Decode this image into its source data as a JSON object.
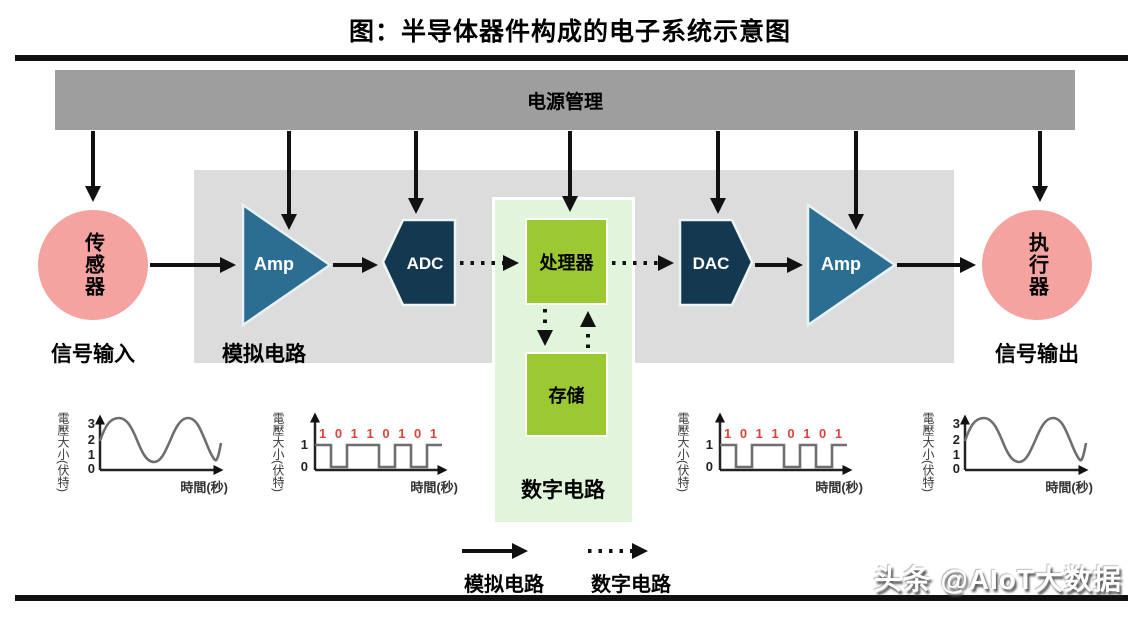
{
  "title": "图：半导体器件构成的电子系统示意图",
  "power_bar": {
    "label": "电源管理"
  },
  "nodes": {
    "sensor": "传感器",
    "amp_left": "Amp",
    "adc": "ADC",
    "processor": "处理器",
    "storage": "存储",
    "dac": "DAC",
    "amp_right": "Amp",
    "actuator": "执行器"
  },
  "labels": {
    "signal_input": "信号输入",
    "analog_region": "模拟电路",
    "digital_region": "数字电路",
    "signal_output": "信号输出"
  },
  "legend": {
    "solid_label": "模拟电路",
    "dotted_label": "数字电路"
  },
  "watermark": "头条 @AIoT大数据",
  "charts": {
    "analog": {
      "type": "line",
      "title": "analog voltage waveform",
      "ylabel": "電壓大小(伏特)",
      "xlabel": "時間(秒)",
      "yticks": [
        "3",
        "2",
        "1",
        "0"
      ],
      "ylim": [
        0,
        3.5
      ],
      "waveform": "sine, ~2 cycles, starts at 2 V, peaks ~3.2 V, troughs ~0.5 V, ends rising to ~2 V"
    },
    "digital": {
      "type": "line",
      "title": "digital voltage waveform",
      "ylabel": "電壓大小(伏特)",
      "xlabel": "時間(秒)",
      "yticks": [
        "1",
        "0"
      ],
      "bits_label": "1 0 1 1 0 1 0 1",
      "bits": [
        1,
        0,
        1,
        1,
        0,
        1,
        0,
        1
      ]
    }
  },
  "colors": {
    "circle_pink": "#f5a3a1",
    "amp_teal": "#2b6e91",
    "adc_dac_navy": "#14384f",
    "chip_green": "#9cc832",
    "digital_panel_green": "#e1f5dc",
    "power_bar_gray": "#9e9e9e",
    "analog_region_gray": "#dcdcdc",
    "bit_red": "#d9453c",
    "rule_black": "#101010"
  }
}
